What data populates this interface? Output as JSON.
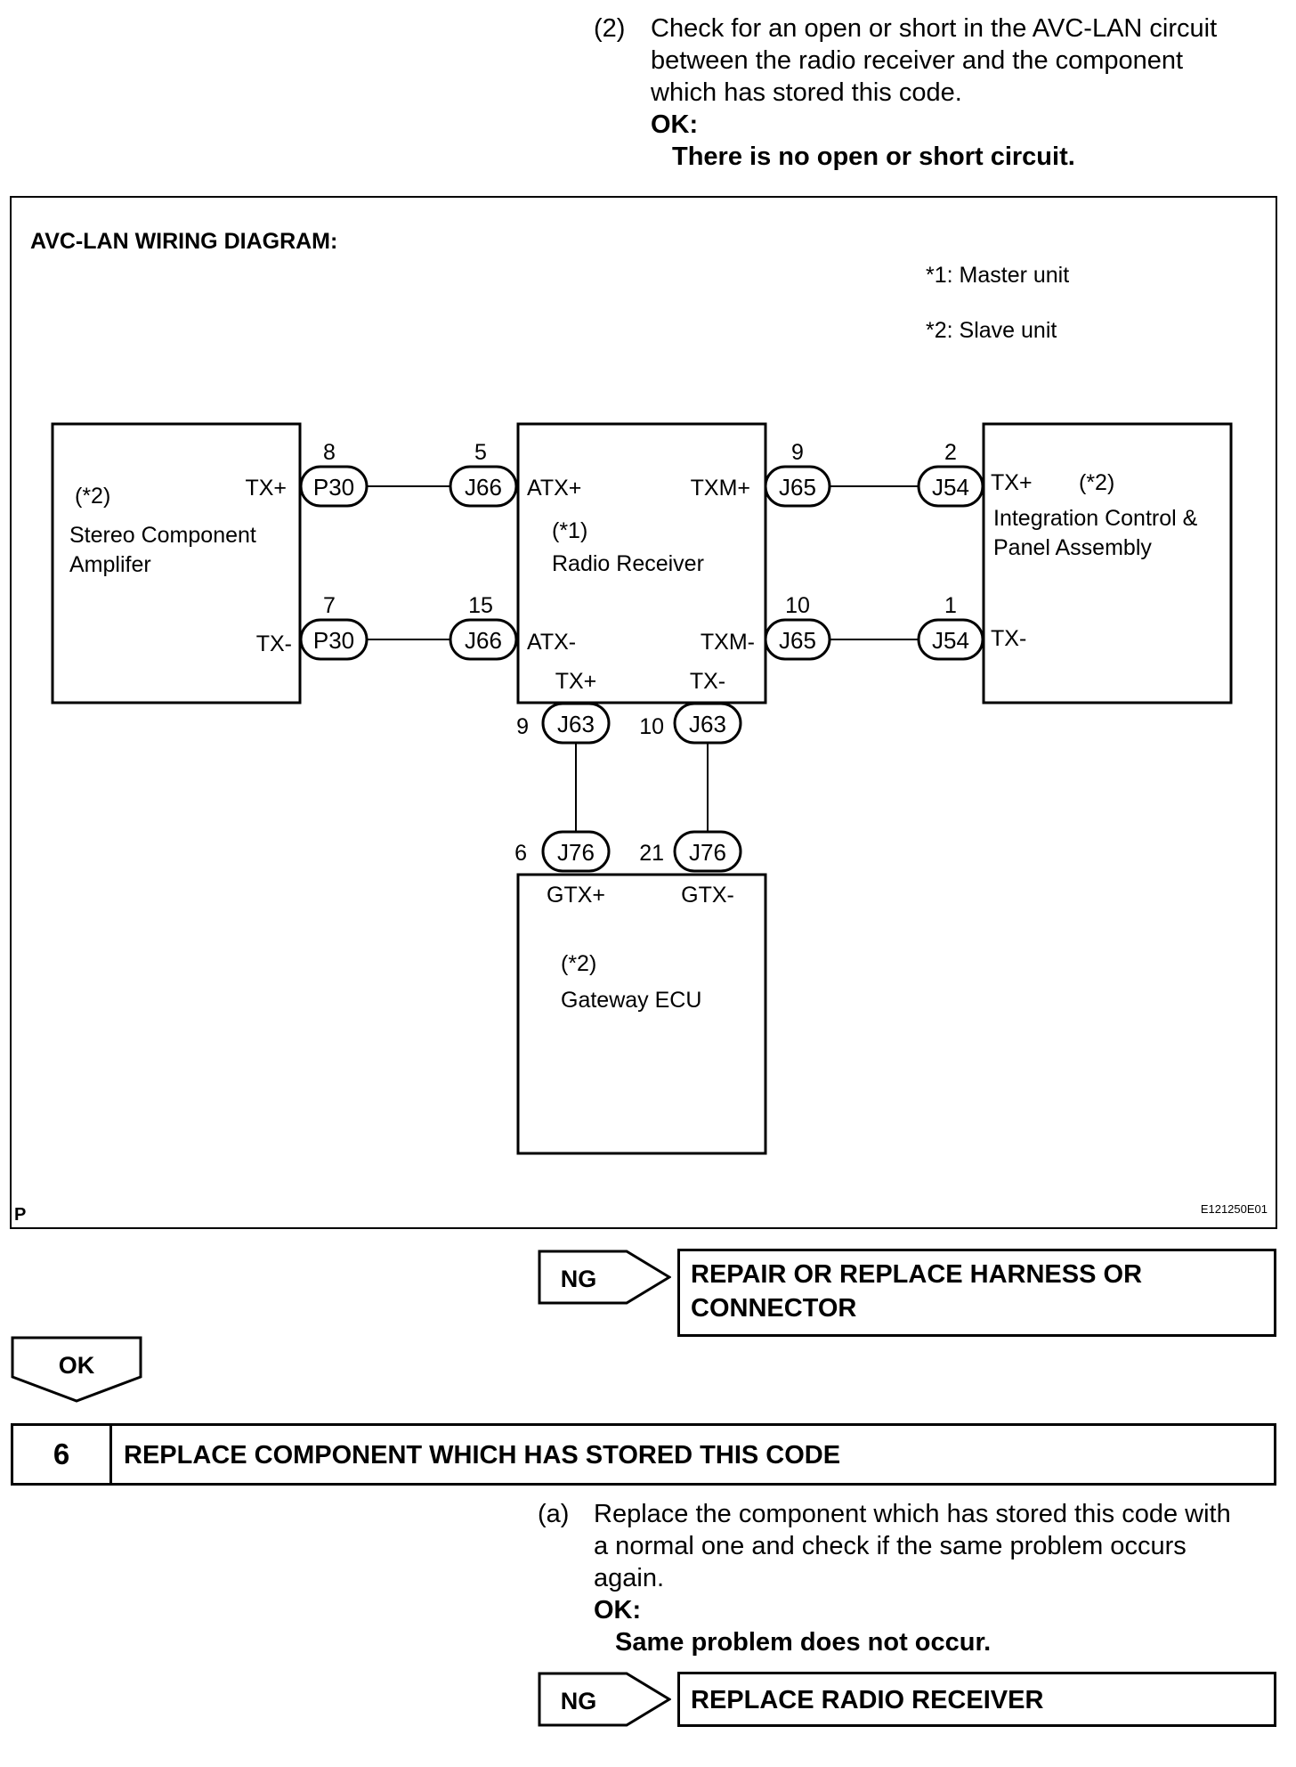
{
  "step2": {
    "marker": "(2)",
    "lines": [
      "Check for an open or short in the AVC-LAN circuit",
      "between the radio receiver and the component",
      "which has stored this code."
    ],
    "ok_label": "OK:",
    "ok_result": "There is no open or short circuit."
  },
  "diagram": {
    "title": "AVC-LAN WIRING DIAGRAM:",
    "notes": [
      "*1: Master unit",
      "*2: Slave unit"
    ],
    "corner_left": "P",
    "corner_right": "E121250E01",
    "components": {
      "amp": {
        "tag": "(*2)",
        "name1": "Stereo Component",
        "name2": "Amplifer",
        "pin_plus": "TX+",
        "pin_minus": "TX-"
      },
      "radio": {
        "tag": "(*1)",
        "name": "Radio Receiver",
        "pin_atx_plus": "ATX+",
        "pin_atx_minus": "ATX-",
        "pin_txm_plus": "TXM+",
        "pin_txm_minus": "TXM-",
        "pin_tx_plus": "TX+",
        "pin_tx_minus": "TX-"
      },
      "integration": {
        "tag": "(*2)",
        "name1": "Integration Control &",
        "name2": "Panel Assembly",
        "pin_plus": "TX+",
        "pin_minus": "TX-"
      },
      "gateway": {
        "tag": "(*2)",
        "name": "Gateway ECU",
        "pin_plus": "GTX+",
        "pin_minus": "GTX-"
      }
    },
    "connectors": {
      "p30_top": {
        "label": "P30",
        "pin": "8"
      },
      "p30_bot": {
        "label": "P30",
        "pin": "7"
      },
      "j66_top": {
        "label": "J66",
        "pin": "5"
      },
      "j66_bot": {
        "label": "J66",
        "pin": "15"
      },
      "j65_top": {
        "label": "J65",
        "pin": "9"
      },
      "j65_bot": {
        "label": "J65",
        "pin": "10"
      },
      "j54_top": {
        "label": "J54",
        "pin": "2"
      },
      "j54_bot": {
        "label": "J54",
        "pin": "1"
      },
      "j63_left": {
        "label": "J63",
        "pin": "9"
      },
      "j63_right": {
        "label": "J63",
        "pin": "10"
      },
      "j76_left": {
        "label": "J76",
        "pin": "6"
      },
      "j76_right": {
        "label": "J76",
        "pin": "21"
      }
    }
  },
  "ng1": {
    "label": "NG",
    "action_line1": "REPAIR OR REPLACE HARNESS OR",
    "action_line2": "CONNECTOR"
  },
  "ok_arrow": {
    "label": "OK"
  },
  "step6": {
    "number": "6",
    "title": "REPLACE COMPONENT WHICH HAS STORED THIS CODE"
  },
  "stepA": {
    "marker": "(a)",
    "lines": [
      "Replace the component which has stored this code with",
      "a normal one and check if the same problem occurs",
      "again."
    ],
    "ok_label": "OK:",
    "ok_result": "Same problem does not occur."
  },
  "ng2": {
    "label": "NG",
    "action": "REPLACE RADIO RECEIVER"
  }
}
